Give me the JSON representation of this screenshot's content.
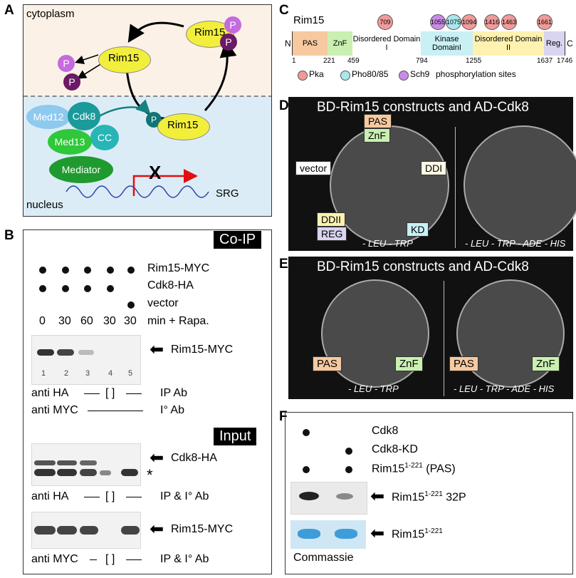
{
  "panels": {
    "a": "A",
    "b": "B",
    "c": "C",
    "d": "D",
    "e": "E",
    "f": "F"
  },
  "a": {
    "cytoplasm": "cytoplasm",
    "nucleus": "nucleus",
    "rim15_1": "Rim15",
    "rim15_2": "Rim15",
    "rim15_3": "Rim15",
    "p": "P",
    "med12": "Med12",
    "cdk8": "Cdk8",
    "cc": "CC",
    "med13": "Med13",
    "mediator": "Mediator",
    "srg": "SRG",
    "x": "X"
  },
  "b": {
    "coip": "Co-IP",
    "input": "Input",
    "rows": [
      "Rim15-MYC",
      "Cdk8-HA",
      "vector"
    ],
    "times": [
      "0",
      "30",
      "60",
      "30",
      "30"
    ],
    "time_suffix": "min + Rapa.",
    "lanes": [
      "1",
      "2",
      "3",
      "4",
      "5"
    ],
    "rim15myc": "Rim15-MYC",
    "cdk8ha": "Cdk8-HA",
    "asterisk": "*",
    "antiHA": "anti HA",
    "antiMYC": "anti MYC",
    "bracket": "[ ]",
    "ipab": "IP Ab",
    "iab": "I° Ab",
    "ipiab": "IP & I° Ab"
  },
  "c": {
    "title": "Rim15",
    "n": "N",
    "cterm": "C",
    "domains": [
      "PAS",
      "ZnF",
      "Disordered Domain I",
      "Kinase DomainI",
      "Disordered Domain II",
      "Reg."
    ],
    "positions": [
      "1",
      "221",
      "459",
      "794",
      "1255",
      "1637",
      "1746"
    ],
    "sites": [
      "709",
      "1055",
      "1075",
      "1094",
      "1416",
      "1463",
      "1661"
    ],
    "legend": [
      "Pka",
      "Pho80/85",
      "Sch9",
      "phosphorylation sites"
    ],
    "colors": {
      "pas": "#f7c9a0",
      "znf": "#c9f0b0",
      "kd": "#c8f0f5",
      "ddii": "#fff2b0",
      "reg": "#d9d4f0",
      "pka": "#f29a9a",
      "pho": "#a8e8ec",
      "sch9": "#c98be8"
    }
  },
  "d": {
    "title": "BD-Rim15 constructs and  AD-Cdk8",
    "labels": [
      "PAS",
      "ZnF",
      "vector",
      "DDI",
      "DDII",
      "REG",
      "KD"
    ],
    "media1": "- LEU - TRP",
    "media2": "- LEU - TRP - ADE - HIS"
  },
  "e": {
    "title": "BD-Rim15 constructs and  AD-Cdk8",
    "labels": [
      "PAS",
      "ZnF",
      "PAS",
      "ZnF"
    ],
    "media1": "- LEU - TRP",
    "media2": "- LEU - TRP - ADE - HIS"
  },
  "f": {
    "rows": [
      "Cdk8",
      "Cdk8-KD",
      "Rim15"
    ],
    "sup": "1-221",
    "pas": " (PAS)",
    "p32": " 32P",
    "commassie": "Commassie"
  }
}
